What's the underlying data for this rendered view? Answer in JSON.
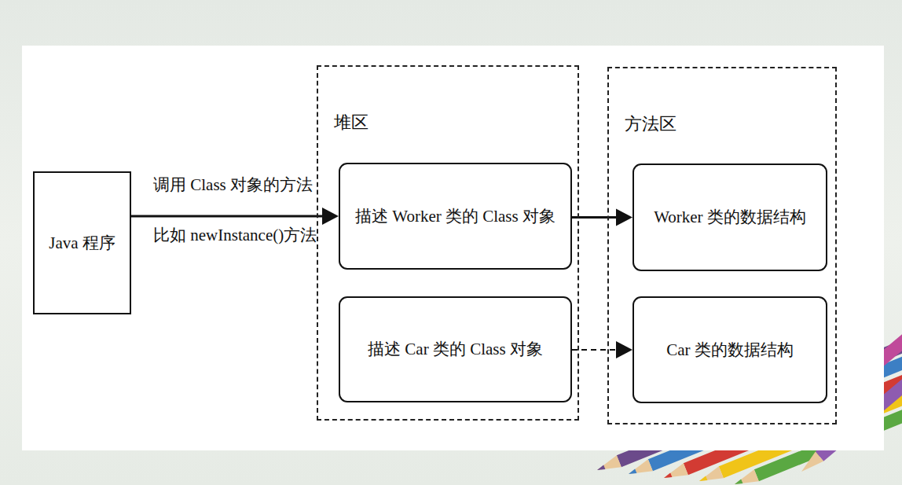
{
  "diagram": {
    "nodes": [
      {
        "text": [
          "Java 程序"
        ]
      },
      {
        "text": [
          "堆区"
        ]
      },
      {
        "text": [
          "描述 Worker 类的 Class 对象"
        ],
        "in": 1
      },
      {
        "text": [
          "描述 Car 类的 Class 对象"
        ],
        "in": 1
      },
      {
        "text": [
          "方法区"
        ]
      },
      {
        "text": [
          "Worker 类的数据结构"
        ],
        "in": 4
      },
      {
        "text": [
          "Car 类的数据结构"
        ],
        "in": 4
      }
    ],
    "edges": [
      {
        "from": 0,
        "to": 2,
        "arrow": "to",
        "label": "调用 Class 对象的方法 比如 newInstance()方法"
      },
      {
        "from": 2,
        "to": 5,
        "arrow": "to"
      },
      {
        "from": 3,
        "to": 6,
        "arrow": "to"
      }
    ]
  }
}
